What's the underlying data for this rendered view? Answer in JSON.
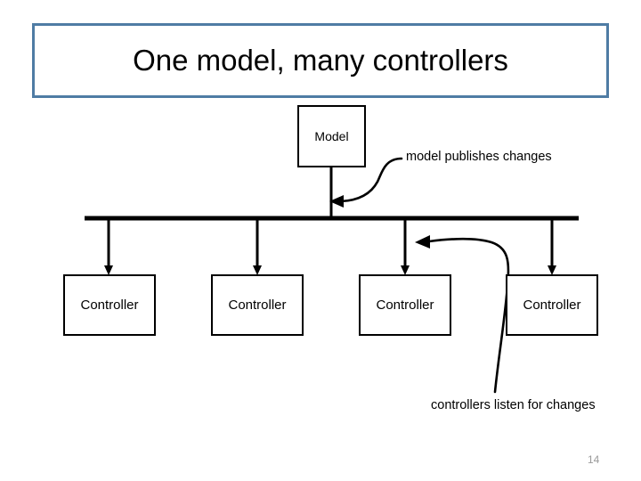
{
  "slide": {
    "title": "One model, many controllers",
    "page_number": "14",
    "title_border_color": "#4f7ca4",
    "line_color": "#000000",
    "page_number_color": "#9a9a9a",
    "background_color": "#ffffff"
  },
  "diagram": {
    "model": {
      "label": "Model"
    },
    "controllers": [
      {
        "label": "Controller"
      },
      {
        "label": "Controller"
      },
      {
        "label": "Controller"
      },
      {
        "label": "Controller"
      }
    ],
    "annotations": [
      {
        "id": "model-publishes",
        "text": "model publishes changes"
      },
      {
        "id": "controllers-listen",
        "text": "controllers listen for changes"
      }
    ],
    "bus": {
      "description": "horizontal bus line",
      "drop_count": 4
    }
  }
}
